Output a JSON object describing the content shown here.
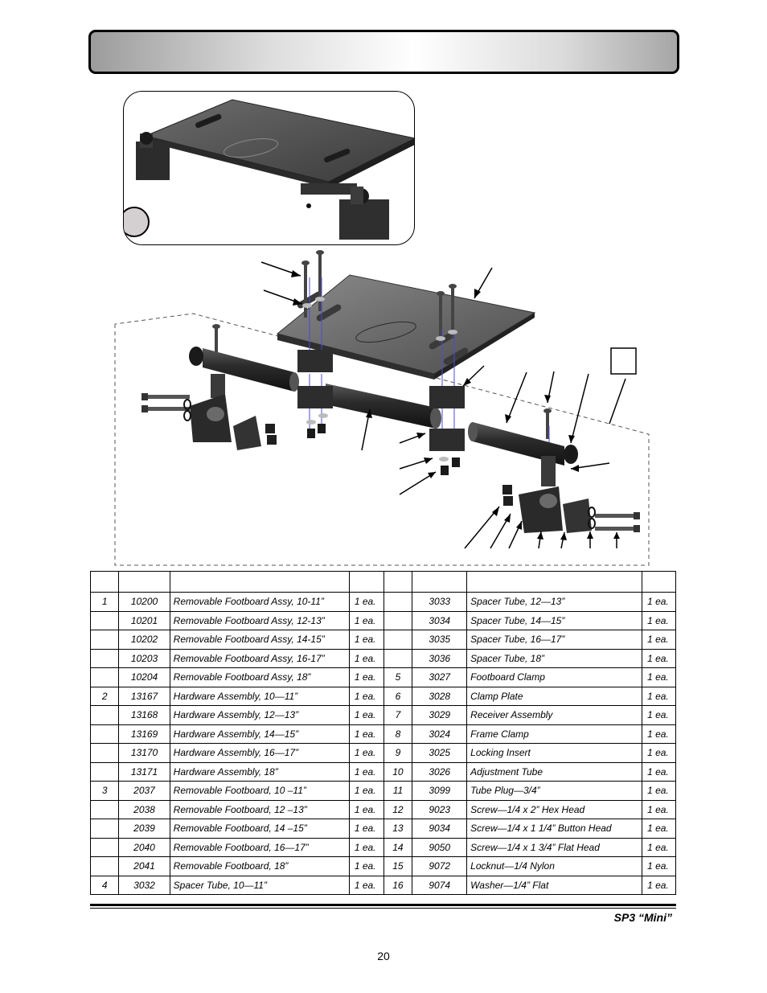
{
  "model_name": "SP3 “Mini”",
  "page_number": "20",
  "icons": {
    "inset_marker": "circle-badge-icon",
    "callout_box": "square-callout-icon"
  },
  "parts": [
    {
      "l_item": "1",
      "l_part": "10200",
      "l_desc": "Removable Footboard Assy, 10-11”",
      "l_qty": "1 ea.",
      "r_item": "",
      "r_part": "3033",
      "r_desc": "Spacer Tube, 12—13”",
      "r_qty": "1 ea."
    },
    {
      "l_item": "",
      "l_part": "10201",
      "l_desc": "Removable Footboard Assy, 12-13”",
      "l_qty": "1 ea.",
      "r_item": "",
      "r_part": "3034",
      "r_desc": "Spacer Tube, 14—15”",
      "r_qty": "1 ea."
    },
    {
      "l_item": "",
      "l_part": "10202",
      "l_desc": "Removable Footboard Assy, 14-15”",
      "l_qty": "1 ea.",
      "r_item": "",
      "r_part": "3035",
      "r_desc": "Spacer Tube, 16—17”",
      "r_qty": "1 ea."
    },
    {
      "l_item": "",
      "l_part": "10203",
      "l_desc": "Removable Footboard Assy, 16-17”",
      "l_qty": "1 ea.",
      "r_item": "",
      "r_part": "3036",
      "r_desc": "Spacer Tube, 18”",
      "r_qty": "1 ea."
    },
    {
      "l_item": "",
      "l_part": "10204",
      "l_desc": "Removable Footboard Assy, 18”",
      "l_qty": "1 ea.",
      "r_item": "5",
      "r_part": "3027",
      "r_desc": "Footboard Clamp",
      "r_qty": "1 ea."
    },
    {
      "l_item": "2",
      "l_part": "13167",
      "l_desc": "Hardware Assembly, 10—11”",
      "l_qty": "1 ea.",
      "r_item": "6",
      "r_part": "3028",
      "r_desc": "Clamp Plate",
      "r_qty": "1 ea."
    },
    {
      "l_item": "",
      "l_part": "13168",
      "l_desc": "Hardware Assembly, 12—13”",
      "l_qty": "1 ea.",
      "r_item": "7",
      "r_part": "3029",
      "r_desc": "Receiver Assembly",
      "r_qty": "1 ea."
    },
    {
      "l_item": "",
      "l_part": "13169",
      "l_desc": "Hardware Assembly, 14—15”",
      "l_qty": "1 ea.",
      "r_item": "8",
      "r_part": "3024",
      "r_desc": "Frame Clamp",
      "r_qty": "1 ea."
    },
    {
      "l_item": "",
      "l_part": "13170",
      "l_desc": "Hardware Assembly, 16—17”",
      "l_qty": "1 ea.",
      "r_item": "9",
      "r_part": "3025",
      "r_desc": "Locking Insert",
      "r_qty": "1 ea."
    },
    {
      "l_item": "",
      "l_part": "13171",
      "l_desc": "Hardware Assembly, 18”",
      "l_qty": "1 ea.",
      "r_item": "10",
      "r_part": "3026",
      "r_desc": "Adjustment Tube",
      "r_qty": "1 ea."
    },
    {
      "l_item": "3",
      "l_part": "2037",
      "l_desc": "Removable Footboard, 10 –11”",
      "l_qty": "1 ea.",
      "r_item": "11",
      "r_part": "3099",
      "r_desc": "Tube Plug—3/4”",
      "r_qty": "1 ea."
    },
    {
      "l_item": "",
      "l_part": "2038",
      "l_desc": "Removable Footboard, 12 –13”",
      "l_qty": "1 ea.",
      "r_item": "12",
      "r_part": "9023",
      "r_desc": "Screw—1/4 x 2” Hex Head",
      "r_qty": "1 ea."
    },
    {
      "l_item": "",
      "l_part": "2039",
      "l_desc": "Removable Footboard, 14 –15”",
      "l_qty": "1 ea.",
      "r_item": "13",
      "r_part": "9034",
      "r_desc": "Screw—1/4 x 1 1/4” Button Head",
      "r_qty": "1 ea."
    },
    {
      "l_item": "",
      "l_part": "2040",
      "l_desc": "Removable Footboard, 16—17”",
      "l_qty": "1 ea.",
      "r_item": "14",
      "r_part": "9050",
      "r_desc": "Screw—1/4 x 1 3/4” Flat Head",
      "r_qty": "1 ea."
    },
    {
      "l_item": "",
      "l_part": "2041",
      "l_desc": "Removable Footboard, 18”",
      "l_qty": "1 ea.",
      "r_item": "15",
      "r_part": "9072",
      "r_desc": "Locknut—1/4 Nylon",
      "r_qty": "1 ea."
    },
    {
      "l_item": "4",
      "l_part": "3032",
      "l_desc": "Spacer Tube, 10—11”",
      "l_qty": "1 ea.",
      "r_item": "16",
      "r_part": "9074",
      "r_desc": "Washer—1/4” Flat",
      "r_qty": "1 ea."
    }
  ]
}
